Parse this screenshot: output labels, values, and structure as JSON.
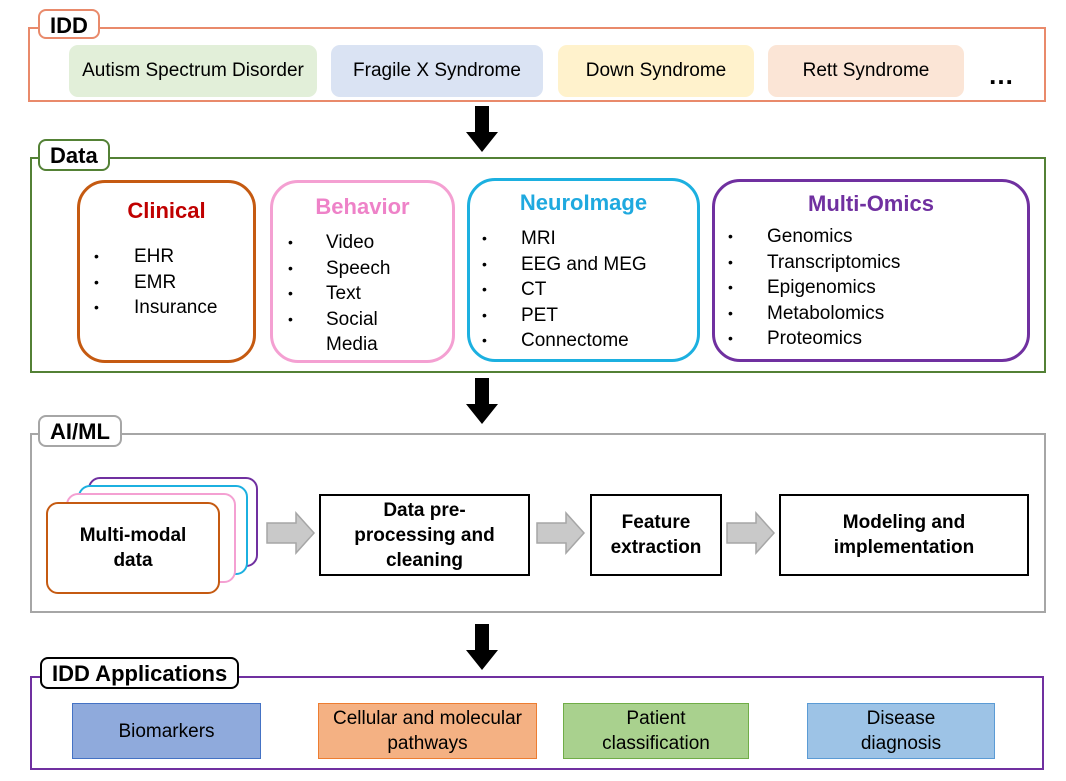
{
  "idd": {
    "tab": "IDD",
    "items": [
      "Autism Spectrum Disorder",
      "Fragile X Syndrome",
      "Down Syndrome",
      "Rett Syndrome"
    ],
    "more": "…",
    "colors": {
      "border": "#e98a6b",
      "asd": "#e2efd9",
      "fragile": "#dae3f3",
      "down": "#fff2cc",
      "rett": "#fbe5d6"
    }
  },
  "data": {
    "tab": "Data",
    "border_color": "#538135",
    "clinical": {
      "title": "Clinical",
      "items": [
        "EHR",
        "EMR",
        "Insurance"
      ],
      "color": "#c55a11",
      "title_color": "#c00000"
    },
    "behavior": {
      "title": "Behavior",
      "items": [
        "Video",
        "Speech",
        "Text",
        "Social Media"
      ],
      "color": "#f4a0d2",
      "title_color": "#ee82c8"
    },
    "neuroimage": {
      "title": "NeuroImage",
      "items": [
        "MRI",
        "EEG and MEG",
        "CT",
        "PET",
        "Connectome"
      ],
      "color": "#1cb0e0",
      "title_color": "#1fa9df"
    },
    "omics": {
      "title": "Multi-Omics",
      "items": [
        "Genomics",
        "Transcriptomics",
        "Epigenomics",
        "Metabolomics",
        "Proteomics"
      ],
      "color": "#7030a0",
      "title_color": "#7030a0"
    }
  },
  "aiml": {
    "tab": "AI/ML",
    "border_color": "#a6a6a6",
    "multimodal": "Multi-modal data",
    "steps": [
      "Data pre-processing and cleaning",
      "Feature extraction",
      "Modeling and implementation"
    ]
  },
  "apps": {
    "tab": "IDD Applications",
    "border_color": "#7030a0",
    "items": [
      {
        "label": "Biomarkers",
        "fill": "#8faadc",
        "border": "#4472c4"
      },
      {
        "label": "Cellular and molecular pathways",
        "fill": "#f4b183",
        "border": "#ed7d31"
      },
      {
        "label": "Patient classification",
        "fill": "#a9d18e",
        "border": "#70ad47"
      },
      {
        "label": "Disease diagnosis",
        "fill": "#9dc3e6",
        "border": "#5b9bd5"
      }
    ]
  }
}
